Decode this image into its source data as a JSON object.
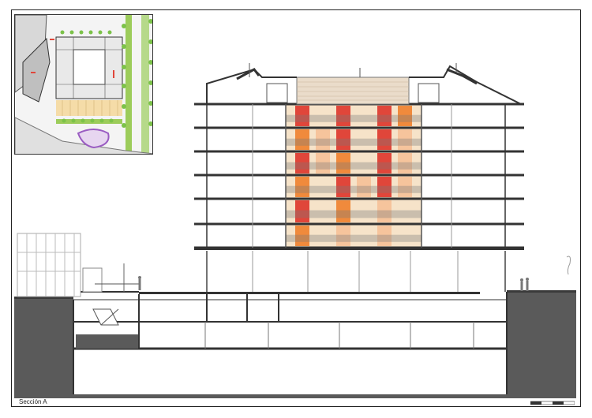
{
  "drawing": {
    "caption": "Sección A",
    "colors": {
      "ground": "#5a5a5a",
      "wall": "#3a3a3a",
      "red": "#e0463a",
      "orange": "#f08a3c",
      "peach": "#f6c49c",
      "cream": "#f6e3c9",
      "tree": "#7cc24a",
      "road_green": "#9ccc5a",
      "purple": "#9a5cc2"
    },
    "icons": [
      "section-building",
      "site-plan-inset",
      "person-figure",
      "tree-symbol",
      "scale-bar"
    ]
  }
}
